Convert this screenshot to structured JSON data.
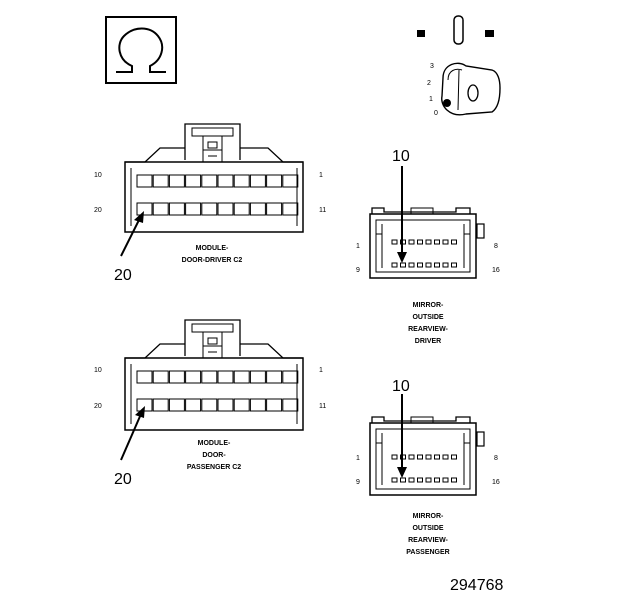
{
  "connectors": {
    "driver_c2": {
      "pin_top_left": "10",
      "pin_top_right": "1",
      "pin_bottom_left": "20",
      "pin_bottom_right": "11",
      "callout": "20",
      "caption_lines": [
        "MODULE-",
        "DOOR-DRIVER C2"
      ]
    },
    "passenger_c2": {
      "pin_top_left": "10",
      "pin_top_right": "1",
      "pin_bottom_left": "20",
      "pin_bottom_right": "11",
      "callout": "20",
      "caption_lines": [
        "MODULE-",
        "DOOR-",
        "PASSENGER C2"
      ]
    },
    "mirror_driver": {
      "pin_top_left": "1",
      "pin_top_right": "8",
      "pin_bottom_left": "9",
      "pin_bottom_right": "16",
      "callout": "10",
      "caption_lines": [
        "MIRROR-",
        "OUTSIDE",
        "REARVIEW-",
        "DRIVER"
      ]
    },
    "mirror_passenger": {
      "pin_top_left": "1",
      "pin_top_right": "8",
      "pin_bottom_left": "9",
      "pin_bottom_right": "16",
      "callout": "10",
      "caption_lines": [
        "MIRROR-",
        "OUTSIDE",
        "REARVIEW-",
        "PASSENGER"
      ]
    }
  },
  "ignition": {
    "positions": [
      "3",
      "2",
      "1",
      "0"
    ]
  },
  "figure_number": "294768"
}
